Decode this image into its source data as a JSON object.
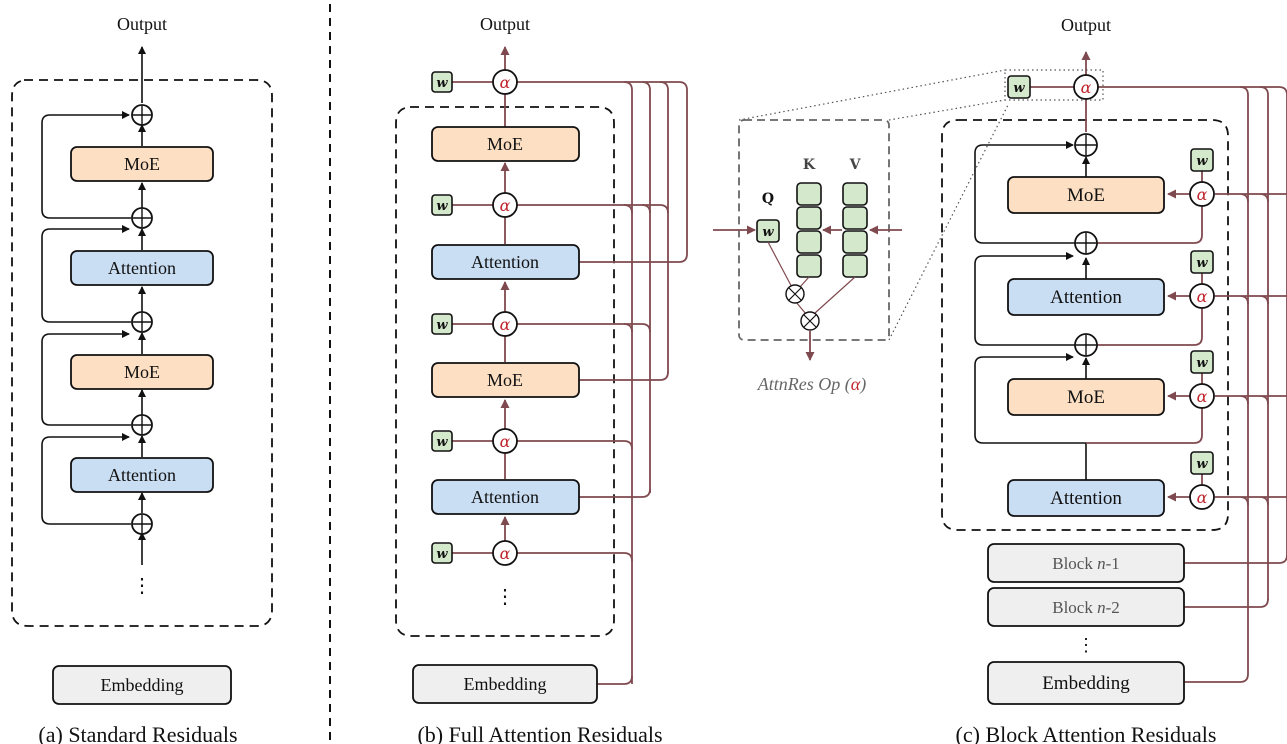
{
  "colors": {
    "moe_fill": "#fde0c3",
    "attention_fill": "#c9ddf3",
    "embedding_fill": "#efefef",
    "w_fill": "#d4e8cc",
    "residual_line": "#7f4a4f",
    "alpha_text": "#c0262d"
  },
  "panel_a": {
    "output_label": "Output",
    "blocks": [
      "MoE",
      "Attention",
      "MoE",
      "Attention"
    ],
    "ellipsis": "⋮",
    "embedding_label": "Embedding",
    "caption": "(a) Standard Residuals"
  },
  "panel_b": {
    "output_label": "Output",
    "blocks": [
      "MoE",
      "Attention",
      "MoE",
      "Attention"
    ],
    "w_label": "w",
    "alpha_label": "α",
    "ellipsis": "⋮",
    "embedding_label": "Embedding",
    "caption": "(b) Full Attention Residuals"
  },
  "inset": {
    "q_label": "Q",
    "k_label": "K",
    "v_label": "V",
    "w_label": "w",
    "caption_prefix": "AttnRes Op (",
    "caption_alpha": "α",
    "caption_suffix": ")"
  },
  "panel_c": {
    "output_label": "Output",
    "blocks": [
      "MoE",
      "Attention",
      "MoE",
      "Attention"
    ],
    "w_label": "w",
    "alpha_label": "α",
    "prev_blocks": [
      "Block n-1",
      "Block n-2"
    ],
    "prev_block_prefix": "Block ",
    "prev_block_var": "n",
    "prev_block_suffixes": [
      "-1",
      "-2"
    ],
    "ellipsis": "⋮",
    "embedding_label": "Embedding",
    "caption": "(c) Block Attention Residuals"
  }
}
